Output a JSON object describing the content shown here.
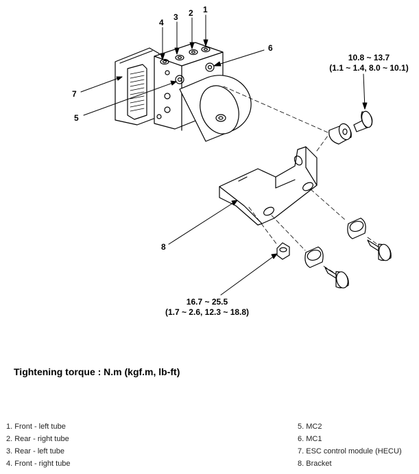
{
  "callouts": {
    "c1": "1",
    "c2": "2",
    "c3": "3",
    "c4": "4",
    "c5": "5",
    "c6": "6",
    "c7": "7",
    "c8": "8"
  },
  "specs": {
    "upper_line1": "10.8 ~ 13.7",
    "upper_line2": "(1.1 ~ 1.4, 8.0 ~ 10.1)",
    "lower_line1": "16.7 ~ 25.5",
    "lower_line2": "(1.7 ~ 2.6, 12.3 ~ 18.8)"
  },
  "torque_title": "Tightening torque : N.m (kgf.m, lb-ft)",
  "legend": {
    "left": [
      "1. Front - left tube",
      "2. Rear - right tube",
      "3. Rear - left tube",
      "4. Front - right tube"
    ],
    "right": [
      "5. MC2",
      "6. MC1",
      "7. ESC control module (HECU)",
      "8. Bracket"
    ]
  }
}
